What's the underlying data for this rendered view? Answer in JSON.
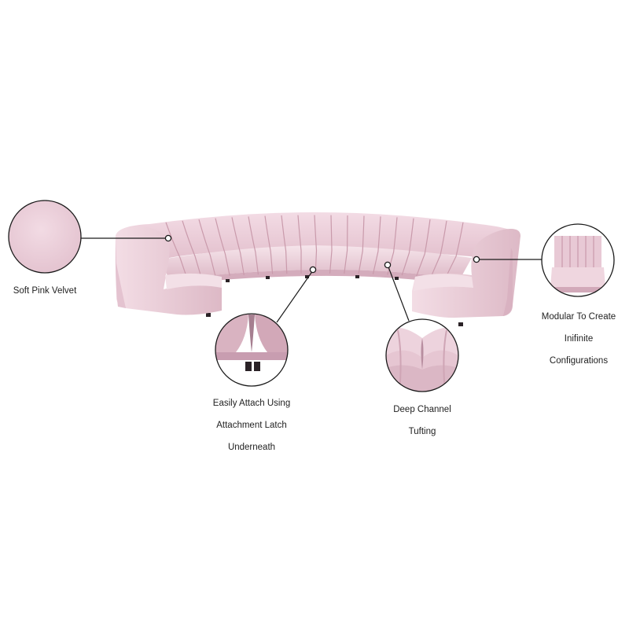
{
  "colors": {
    "velvet_light": "#f6e3ea",
    "velvet_mid": "#e9cbd6",
    "velvet_shadow": "#cfa6b5",
    "velvet_dark": "#b98ea0",
    "leader_line": "#1a1a1a",
    "background": "#ffffff"
  },
  "callouts": {
    "soft_pink_velvet": {
      "lines": [
        "Soft Pink Velvet"
      ],
      "icon": "swatch-detail"
    },
    "attachment_latch": {
      "lines": [
        "Easily Attach Using",
        "Attachment Latch",
        "Underneath"
      ],
      "icon": "latch-detail"
    },
    "deep_channel": {
      "lines": [
        "Deep Channel",
        "Tufting"
      ],
      "icon": "tufting-detail"
    },
    "modular": {
      "lines": [
        "Modular To Create",
        "Inifinite",
        "Configurations"
      ],
      "icon": "chair-detail"
    }
  }
}
